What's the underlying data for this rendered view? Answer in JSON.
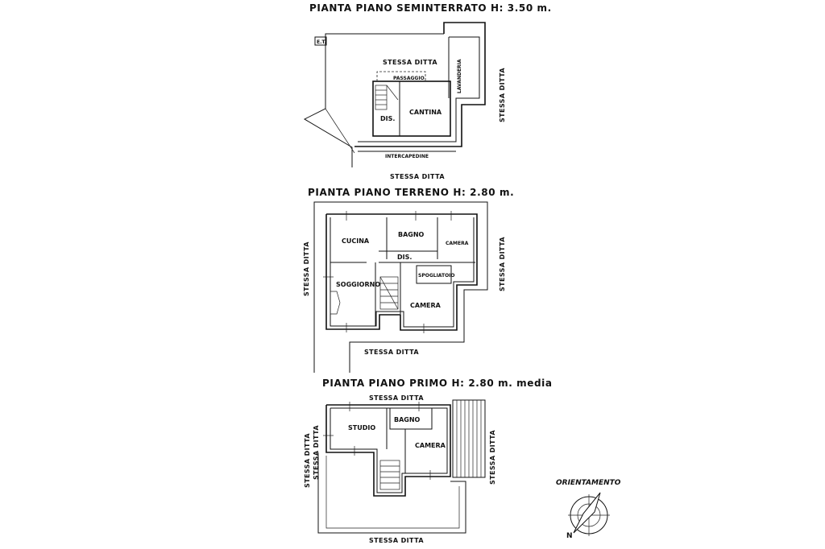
{
  "plans": {
    "basement": {
      "title": "PIANTA PIANO SEMINTERRATO H: 3.50 m.",
      "rooms": {
        "stessa_ditta_inner": "STESSA DITTA",
        "passaggio": "PASSAGGIO",
        "lavanderia": "LAVANDERIA",
        "cantina": "CANTINA",
        "dis": "DIS.",
        "intercapedine": "INTERCAPEDINE",
        "et": "E.T."
      },
      "sides": {
        "right": "STESSA DITTA",
        "bottom": "STESSA DITTA"
      }
    },
    "ground": {
      "title": "PIANTA PIANO TERRENO H: 2.80 m.",
      "rooms": {
        "cucina": "CUCINA",
        "bagno": "BAGNO",
        "camera_small": "CAMERA",
        "dis": "DIS.",
        "spogliatoio": "SPOGLIATOIO",
        "soggiorno": "SOGGIORNO",
        "camera": "CAMERA"
      },
      "sides": {
        "left": "STESSA DITTA",
        "right": "STESSA DITTA",
        "bottom": "STESSA DITTA"
      }
    },
    "first": {
      "title": "PIANTA PIANO PRIMO H: 2.80 m. media",
      "rooms": {
        "studio": "STUDIO",
        "bagno": "BAGNO",
        "camera": "CAMERA"
      },
      "sides": {
        "top": "STESSA DITTA",
        "left_outer": "STESSA DITTA",
        "left_inner": "STESSA DITTA",
        "right": "STESSA DITTA",
        "bottom": "STESSA DITTA"
      }
    }
  },
  "orientation": {
    "label": "ORIENTAMENTO",
    "north": "N"
  }
}
